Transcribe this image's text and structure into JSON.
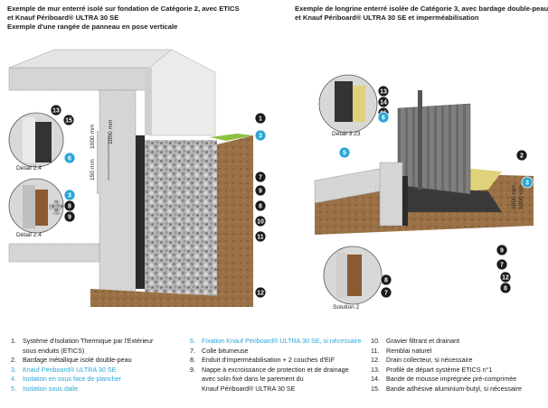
{
  "left_title": [
    "Exemple de mur enterré isolé sur fondation de Catégorie 2, avec ETICS",
    "et Knauf Périboard® ULTRA 30 SE",
    "Exemple d'une rangée de panneau en pose verticale"
  ],
  "right_title": [
    "Exemple de longrine enterré isolée de Catégorie 3, avec bardage double-peau",
    "et Knauf Périboard® ULTRA 30 SE et imperméabilisation"
  ],
  "left_labels": {
    "detail_a": "Détail 2.4",
    "detail_b": "Détail 2.4",
    "dim_1": "1000 mm",
    "dim_2": "150 mm",
    "dim_3": "1000 mm"
  },
  "right_labels": {
    "detail": "Détail 3.23",
    "solution": "Solution 2",
    "dim_1": "1000 mm",
    "dim_2": "1000 mm"
  },
  "callouts_left": [
    "13",
    "15",
    "1",
    "3",
    "6",
    "7",
    "9",
    "3",
    "8",
    "9",
    "8",
    "10",
    "11",
    "12"
  ],
  "callouts_right": [
    "13",
    "14",
    "15",
    "6",
    "2",
    "5",
    "3",
    "9",
    "7",
    "12",
    "8",
    "8",
    "7"
  ],
  "colors": {
    "callout_dark": "#1a1a1a",
    "callout_blue": "#2aa6d8",
    "concrete": "#d4d4d2",
    "soil": "#9a7046",
    "insulation": "#e0d27a"
  },
  "legend": {
    "col1": [
      {
        "num": "1.",
        "text": "Système d'Isolation Thermique par l'Extérieur"
      },
      {
        "num": "",
        "text": "sous enduits (ETICS)"
      },
      {
        "num": "2.",
        "text": "Bardage métallique isolé double-peau"
      },
      {
        "num": "3.",
        "text": "Knauf Périboard® ULTRA 30 SE",
        "blue": true
      },
      {
        "num": "4.",
        "text": "Isolation en sous face de plancher",
        "blue": true
      },
      {
        "num": "5.",
        "text": "Isolation sous dalle",
        "blue": true
      }
    ],
    "col2": [
      {
        "num": "6.",
        "text": "Fixation Knauf Périboard® ULTRA 30 SE, si nécessaire",
        "blue": true
      },
      {
        "num": "7.",
        "text": "Colle bitumeuse"
      },
      {
        "num": "8.",
        "text": "Enduit d'imperméabilisation + 2 couches d'EIF"
      },
      {
        "num": "9.",
        "text": "Nappe à excroissance de protection et de drainage"
      },
      {
        "num": "",
        "text": "avec solin fixé dans le parement du"
      },
      {
        "num": "",
        "text": "Knauf Périboard® ULTRA 30 SE"
      }
    ],
    "col3": [
      {
        "num": "10.",
        "text": "Gravier filtrant et drainant"
      },
      {
        "num": "11.",
        "text": "Remblai naturel"
      },
      {
        "num": "12.",
        "text": "Drain collecteur, si nécessaire"
      },
      {
        "num": "13.",
        "text": "Profilé de départ système ETICS n°1"
      },
      {
        "num": "14.",
        "text": "Bande de mousse imprégnée pré-comprimée"
      },
      {
        "num": "15.",
        "text": "Bande adhésive aluminium-butyl, si nécessaire"
      }
    ]
  }
}
